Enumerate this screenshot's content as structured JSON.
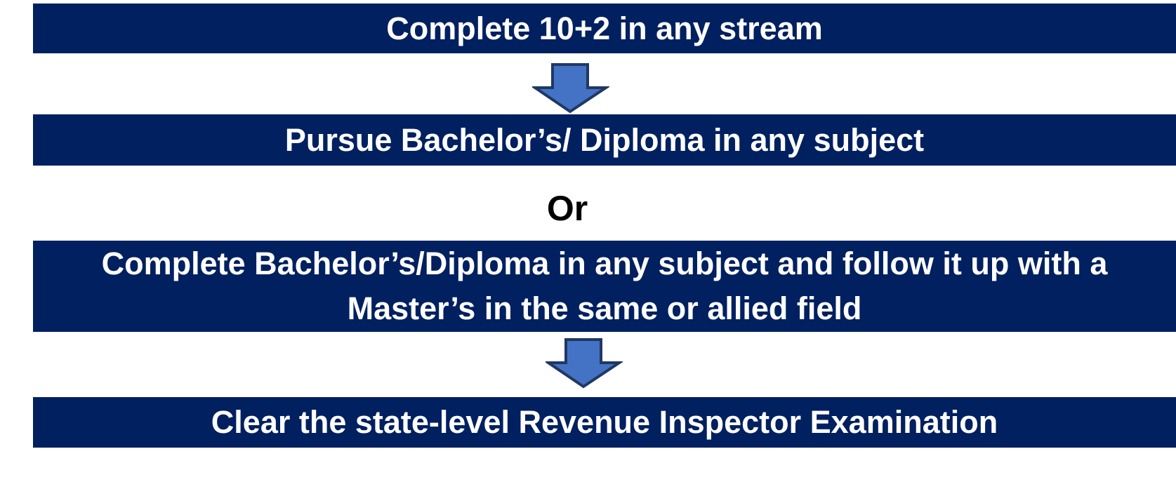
{
  "steps": [
    "Complete 10+2 in any stream",
    "Pursue Bachelor’s/ Diploma in any subject",
    "Complete Bachelor’s/Diploma in any subject and follow it up with a Master’s in the same or allied field",
    "Clear the state-level Revenue Inspector Examination"
  ],
  "separator": "Or",
  "colors": {
    "box": "#002060",
    "arrow_fill": "#4472C4",
    "arrow_stroke": "#1F3864",
    "text": "#FFFFFF"
  }
}
